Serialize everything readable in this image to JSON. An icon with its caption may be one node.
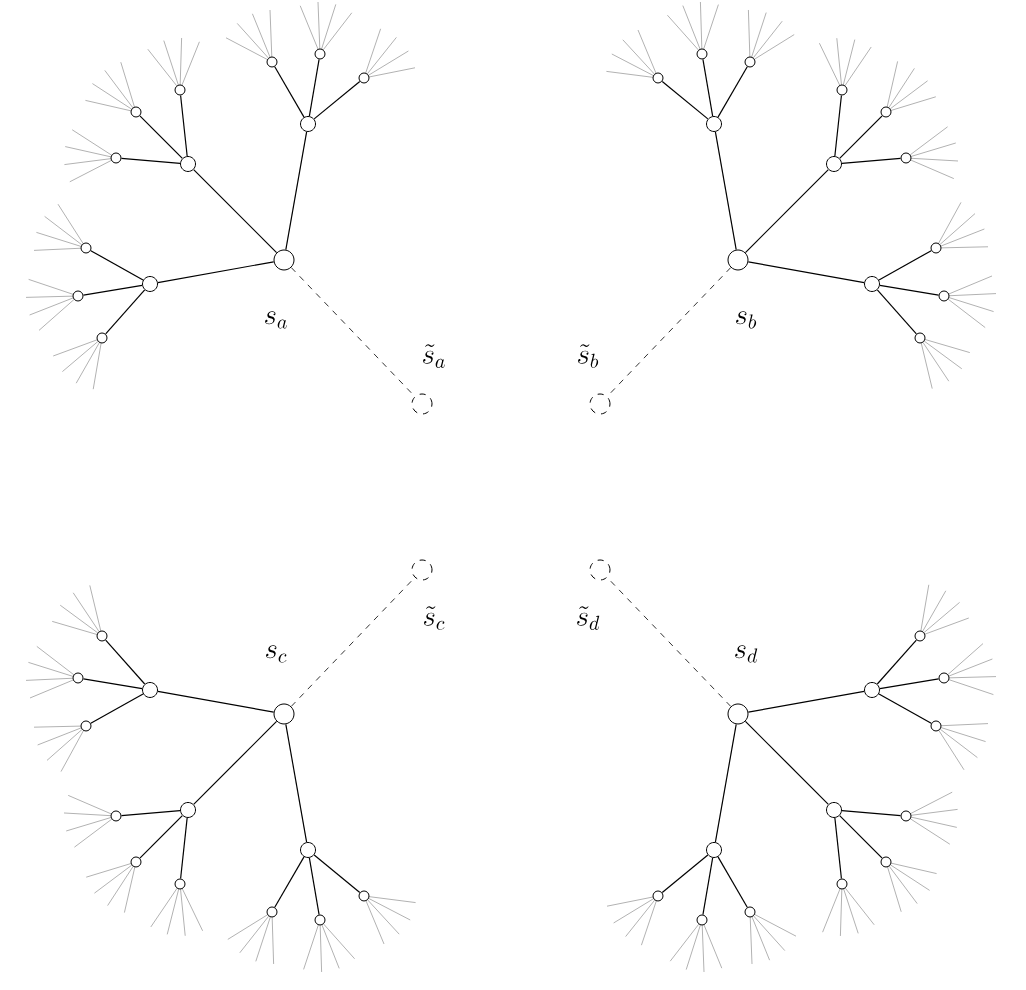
{
  "diagram": {
    "nodes": [
      {
        "text": [],
        "shape": "circle",
        "beside": [
          "s_a"
        ]
      },
      {
        "text": [],
        "shape": "circle"
      },
      {
        "text": [],
        "shape": "circle"
      },
      {
        "text": [],
        "shape": "circle"
      },
      {
        "text": [],
        "shape": "circle"
      },
      {
        "text": [],
        "shape": "circle"
      },
      {
        "text": [],
        "shape": "circle"
      },
      {
        "text": [],
        "shape": "circle"
      },
      {
        "text": [],
        "shape": "circle"
      },
      {
        "text": [],
        "shape": "circle"
      },
      {
        "text": [],
        "shape": "circle"
      },
      {
        "text": [],
        "shape": "circle"
      },
      {
        "text": [],
        "shape": "circle"
      },
      {
        "text": [],
        "shape": "circle",
        "beside": [
          "\\tilde{s}_a"
        ]
      },
      {
        "text": [],
        "shape": "circle",
        "beside": [
          "s_b"
        ]
      },
      {
        "text": [],
        "shape": "circle"
      },
      {
        "text": [],
        "shape": "circle"
      },
      {
        "text": [],
        "shape": "circle"
      },
      {
        "text": [],
        "shape": "circle"
      },
      {
        "text": [],
        "shape": "circle"
      },
      {
        "text": [],
        "shape": "circle"
      },
      {
        "text": [],
        "shape": "circle"
      },
      {
        "text": [],
        "shape": "circle"
      },
      {
        "text": [],
        "shape": "circle"
      },
      {
        "text": [],
        "shape": "circle"
      },
      {
        "text": [],
        "shape": "circle"
      },
      {
        "text": [],
        "shape": "circle"
      },
      {
        "text": [],
        "shape": "circle",
        "beside": [
          "\\tilde{s}_b"
        ]
      },
      {
        "text": [],
        "shape": "circle",
        "beside": [
          "s_c"
        ]
      },
      {
        "text": [],
        "shape": "circle"
      },
      {
        "text": [],
        "shape": "circle"
      },
      {
        "text": [],
        "shape": "circle"
      },
      {
        "text": [],
        "shape": "circle"
      },
      {
        "text": [],
        "shape": "circle"
      },
      {
        "text": [],
        "shape": "circle"
      },
      {
        "text": [],
        "shape": "circle"
      },
      {
        "text": [],
        "shape": "circle"
      },
      {
        "text": [],
        "shape": "circle"
      },
      {
        "text": [],
        "shape": "circle"
      },
      {
        "text": [],
        "shape": "circle"
      },
      {
        "text": [],
        "shape": "circle"
      },
      {
        "text": [],
        "shape": "circle",
        "beside": [
          "\\tilde{s}_c"
        ]
      },
      {
        "text": [],
        "shape": "circle",
        "beside": [
          "s_d"
        ]
      },
      {
        "text": [],
        "shape": "circle"
      },
      {
        "text": [],
        "shape": "circle"
      },
      {
        "text": [],
        "shape": "circle"
      },
      {
        "text": [],
        "shape": "circle"
      },
      {
        "text": [],
        "shape": "circle"
      },
      {
        "text": [],
        "shape": "circle"
      },
      {
        "text": [],
        "shape": "circle"
      },
      {
        "text": [],
        "shape": "circle"
      },
      {
        "text": [],
        "shape": "circle"
      },
      {
        "text": [],
        "shape": "circle"
      },
      {
        "text": [],
        "shape": "circle"
      },
      {
        "text": [],
        "shape": "circle"
      },
      {
        "text": [],
        "shape": "circle",
        "beside": [
          "\\tilde{s}_d"
        ]
      }
    ],
    "edges": [
      {
        "from": 0,
        "to": 1,
        "arrow": "none"
      },
      {
        "from": 0,
        "to": 2,
        "arrow": "none"
      },
      {
        "from": 0,
        "to": 3,
        "arrow": "none"
      },
      {
        "from": 1,
        "to": 4,
        "arrow": "none"
      },
      {
        "from": 1,
        "to": 5,
        "arrow": "none"
      },
      {
        "from": 1,
        "to": 6,
        "arrow": "none"
      },
      {
        "from": 2,
        "to": 7,
        "arrow": "none"
      },
      {
        "from": 2,
        "to": 8,
        "arrow": "none"
      },
      {
        "from": 2,
        "to": 9,
        "arrow": "none"
      },
      {
        "from": 3,
        "to": 10,
        "arrow": "none"
      },
      {
        "from": 3,
        "to": 11,
        "arrow": "none"
      },
      {
        "from": 3,
        "to": 12,
        "arrow": "none"
      },
      {
        "from": 0,
        "to": 13,
        "arrow": "none",
        "style": "dashed"
      },
      {
        "from": 14,
        "to": 15,
        "arrow": "none"
      },
      {
        "from": 14,
        "to": 16,
        "arrow": "none"
      },
      {
        "from": 14,
        "to": 17,
        "arrow": "none"
      },
      {
        "from": 15,
        "to": 18,
        "arrow": "none"
      },
      {
        "from": 15,
        "to": 19,
        "arrow": "none"
      },
      {
        "from": 15,
        "to": 20,
        "arrow": "none"
      },
      {
        "from": 16,
        "to": 21,
        "arrow": "none"
      },
      {
        "from": 16,
        "to": 22,
        "arrow": "none"
      },
      {
        "from": 16,
        "to": 23,
        "arrow": "none"
      },
      {
        "from": 17,
        "to": 24,
        "arrow": "none"
      },
      {
        "from": 17,
        "to": 25,
        "arrow": "none"
      },
      {
        "from": 17,
        "to": 26,
        "arrow": "none"
      },
      {
        "from": 14,
        "to": 27,
        "arrow": "none",
        "style": "dashed"
      },
      {
        "from": 28,
        "to": 29,
        "arrow": "none"
      },
      {
        "from": 28,
        "to": 30,
        "arrow": "none"
      },
      {
        "from": 28,
        "to": 31,
        "arrow": "none"
      },
      {
        "from": 29,
        "to": 32,
        "arrow": "none"
      },
      {
        "from": 29,
        "to": 33,
        "arrow": "none"
      },
      {
        "from": 29,
        "to": 34,
        "arrow": "none"
      },
      {
        "from": 30,
        "to": 35,
        "arrow": "none"
      },
      {
        "from": 30,
        "to": 36,
        "arrow": "none"
      },
      {
        "from": 30,
        "to": 37,
        "arrow": "none"
      },
      {
        "from": 31,
        "to": 38,
        "arrow": "none"
      },
      {
        "from": 31,
        "to": 39,
        "arrow": "none"
      },
      {
        "from": 31,
        "to": 40,
        "arrow": "none"
      },
      {
        "from": 28,
        "to": 41,
        "arrow": "none",
        "style": "dashed"
      },
      {
        "from": 42,
        "to": 43,
        "arrow": "none"
      },
      {
        "from": 42,
        "to": 44,
        "arrow": "none"
      },
      {
        "from": 42,
        "to": 45,
        "arrow": "none"
      },
      {
        "from": 43,
        "to": 46,
        "arrow": "none"
      },
      {
        "from": 43,
        "to": 47,
        "arrow": "none"
      },
      {
        "from": 43,
        "to": 48,
        "arrow": "none"
      },
      {
        "from": 44,
        "to": 49,
        "arrow": "none"
      },
      {
        "from": 44,
        "to": 50,
        "arrow": "none"
      },
      {
        "from": 44,
        "to": 51,
        "arrow": "none"
      },
      {
        "from": 45,
        "to": 52,
        "arrow": "none"
      },
      {
        "from": 45,
        "to": 53,
        "arrow": "none"
      },
      {
        "from": 45,
        "to": 54,
        "arrow": "none"
      },
      {
        "from": 42,
        "to": 55,
        "arrow": "none",
        "style": "dashed"
      }
    ]
  }
}
